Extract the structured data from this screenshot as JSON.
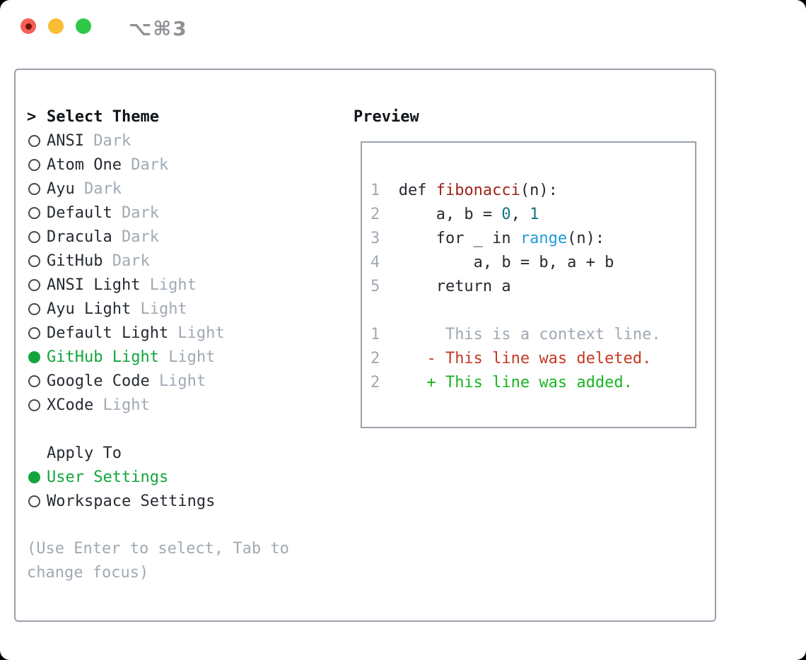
{
  "titlebar": {
    "title": "⌥⌘3"
  },
  "theme_panel": {
    "prompt": ">",
    "header": "Select Theme",
    "themes": [
      {
        "name": "ANSI",
        "tag": "Dark",
        "selected": false
      },
      {
        "name": "Atom One",
        "tag": "Dark",
        "selected": false
      },
      {
        "name": "Ayu",
        "tag": "Dark",
        "selected": false
      },
      {
        "name": "Default",
        "tag": "Dark",
        "selected": false
      },
      {
        "name": "Dracula",
        "tag": "Dark",
        "selected": false
      },
      {
        "name": "GitHub",
        "tag": "Dark",
        "selected": false
      },
      {
        "name": "ANSI Light",
        "tag": "Light",
        "selected": false
      },
      {
        "name": "Ayu Light",
        "tag": "Light",
        "selected": false
      },
      {
        "name": "Default Light",
        "tag": "Light",
        "selected": false
      },
      {
        "name": "GitHub Light",
        "tag": "Light",
        "selected": true
      },
      {
        "name": "Google Code",
        "tag": "Light",
        "selected": false
      },
      {
        "name": "XCode",
        "tag": "Light",
        "selected": false
      }
    ],
    "apply_to": {
      "header": "Apply To",
      "options": [
        {
          "name": "User Settings",
          "selected": true
        },
        {
          "name": "Workspace Settings",
          "selected": false
        }
      ]
    },
    "hint": "(Use Enter to select, Tab to change focus)"
  },
  "preview": {
    "header": "Preview",
    "code_lines": [
      {
        "num": "1",
        "segments": [
          {
            "t": "def ",
            "c": "plain"
          },
          {
            "t": "fibonacci",
            "c": "func"
          },
          {
            "t": "(n):",
            "c": "plain"
          }
        ]
      },
      {
        "num": "2",
        "segments": [
          {
            "t": "    a, b = ",
            "c": "plain"
          },
          {
            "t": "0",
            "c": "num"
          },
          {
            "t": ", ",
            "c": "plain"
          },
          {
            "t": "1",
            "c": "num"
          }
        ]
      },
      {
        "num": "3",
        "segments": [
          {
            "t": "    for _ in ",
            "c": "plain"
          },
          {
            "t": "range",
            "c": "builtin"
          },
          {
            "t": "(n):",
            "c": "plain"
          }
        ]
      },
      {
        "num": "4",
        "segments": [
          {
            "t": "        a, b = b, a + b",
            "c": "plain"
          }
        ]
      },
      {
        "num": "5",
        "segments": [
          {
            "t": "    return a",
            "c": "plain"
          }
        ]
      }
    ],
    "diff_lines": [
      {
        "num": "1",
        "segments": [
          {
            "t": "     This is a context line.",
            "c": "context"
          }
        ]
      },
      {
        "num": "2",
        "segments": [
          {
            "t": "   - This line was deleted.",
            "c": "deleted"
          }
        ]
      },
      {
        "num": "2",
        "segments": [
          {
            "t": "   + This line was added.",
            "c": "added"
          }
        ]
      }
    ]
  },
  "colors": {
    "accent_green": "#12a53e",
    "diff_added": "#17b521",
    "diff_deleted": "#c43a23",
    "function_red": "#9f2318",
    "number_teal": "#0e7580",
    "builtin_blue": "#209bd8",
    "muted_gray": "#a0a9b3",
    "border_gray": "#9aa2ac",
    "traffic_red": "#f45f54",
    "traffic_yellow": "#f9bd35",
    "traffic_green": "#30c848"
  }
}
